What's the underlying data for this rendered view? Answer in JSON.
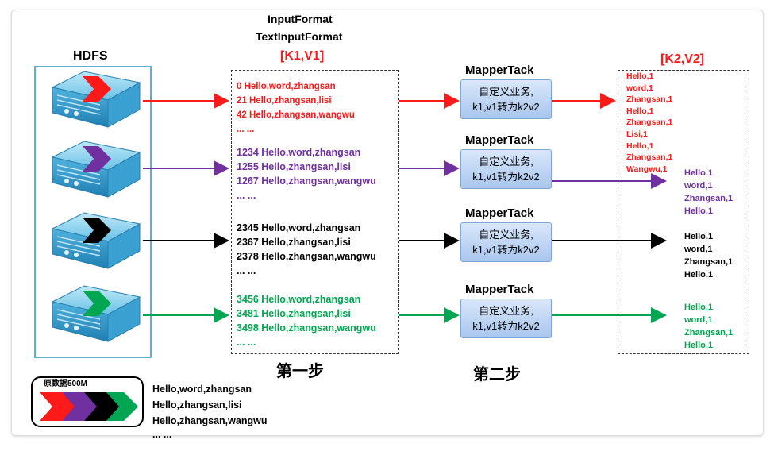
{
  "hdfs": {
    "title": "HDFS"
  },
  "input": {
    "title1": "InputFormat",
    "title2": "TextInputFormat",
    "kv_label": "[K1,V1]",
    "groups": [
      {
        "color": "#ff1a1a",
        "lines": [
          "0   Hello,word,zhangsan",
          "21  Hello,zhangsan,lisi",
          "42  Hello,zhangsan,wangwu",
          "... ..."
        ]
      },
      {
        "color": "#7030a0",
        "lines": [
          "1234   Hello,word,zhangsan",
          "1255  Hello,zhangsan,lisi",
          "1267  Hello,zhangsan,wangwu",
          "... ..."
        ]
      },
      {
        "color": "#000000",
        "lines": [
          "2345   Hello,word,zhangsan",
          "2367  Hello,zhangsan,lisi",
          "2378  Hello,zhangsan,wangwu",
          "... ..."
        ]
      },
      {
        "color": "#00a651",
        "lines": [
          "3456   Hello,word,zhangsan",
          "3481  Hello,zhangsan,lisi",
          "3498  Hello,zhangsan,wangwu",
          "... ..."
        ]
      }
    ]
  },
  "mappers": [
    {
      "title": "MapperTack",
      "line1": "自定义业务,",
      "line2": "k1,v1转为k2v2"
    },
    {
      "title": "MapperTack",
      "line1": "自定义业务,",
      "line2": "k1,v1转为k2v2"
    },
    {
      "title": "MapperTack",
      "line1": "自定义业务,",
      "line2": "k1,v1转为k2v2"
    },
    {
      "title": "MapperTack",
      "line1": "自定义业务,",
      "line2": "k1,v1转为k2v2"
    }
  ],
  "output": {
    "kv_label": "[K2,V2]",
    "groups": [
      {
        "color": "#ff1a1a",
        "lines": [
          "Hello,1",
          "word,1",
          "Zhangsan,1",
          "Hello,1",
          "Zhangsan,1",
          "Lisi,1",
          "Hello,1",
          "Zhangsan,1",
          "Wangwu,1"
        ]
      },
      {
        "color": "#7030a0",
        "lines": [
          "Hello,1",
          "word,1",
          "Zhangsan,1",
          "Hello,1"
        ]
      },
      {
        "color": "#000000",
        "lines": [
          "Hello,1",
          "word,1",
          "Zhangsan,1",
          "Hello,1"
        ]
      },
      {
        "color": "#00a651",
        "lines": [
          "Hello,1",
          "word,1",
          "Zhangsan,1",
          "Hello,1"
        ]
      }
    ]
  },
  "steps": {
    "step1": "第一步",
    "step2": "第二步"
  },
  "legend": {
    "label": "原数据500M",
    "lines": [
      "Hello,word,zhangsan",
      "Hello,zhangsan,lisi",
      "Hello,zhangsan,wangwu",
      "... ..."
    ]
  },
  "colors": {
    "red": "#ff1a1a",
    "purple": "#7030a0",
    "black": "#000000",
    "green": "#00a651"
  }
}
